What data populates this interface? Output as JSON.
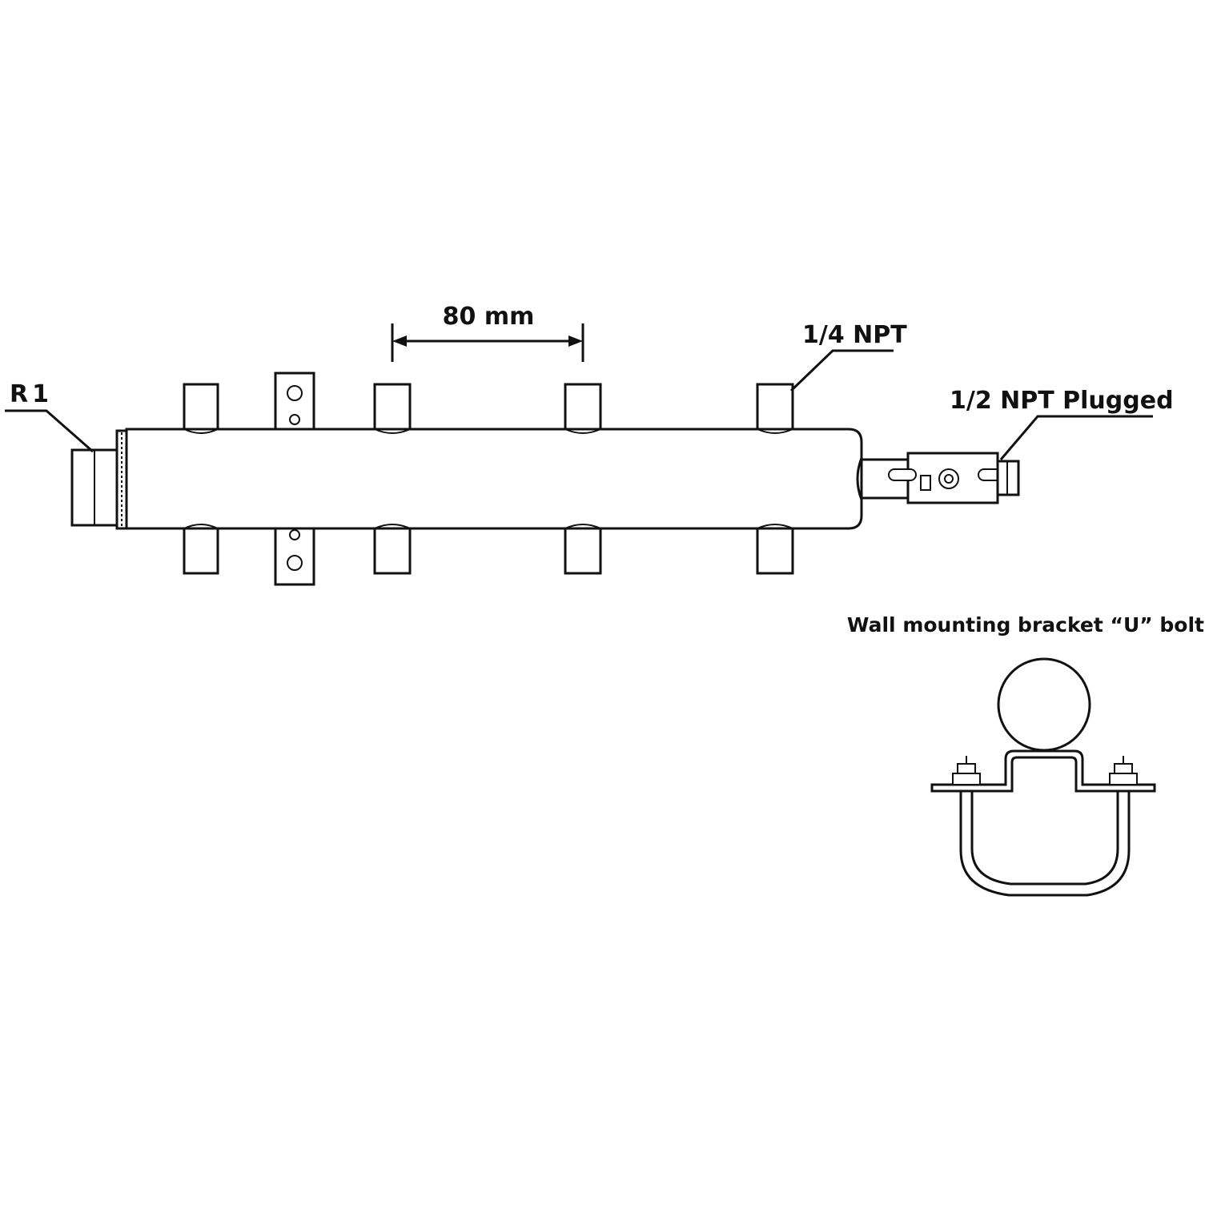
{
  "labels": {
    "inlet": "R1",
    "spacing": "80 mm",
    "outlet_ports": "1/4 NPT",
    "end_port": "1/2 NPT Plugged",
    "bracket_title": "Wall mounting bracket “U” bolt"
  },
  "manifold": {
    "outlets_per_side": 4
  }
}
